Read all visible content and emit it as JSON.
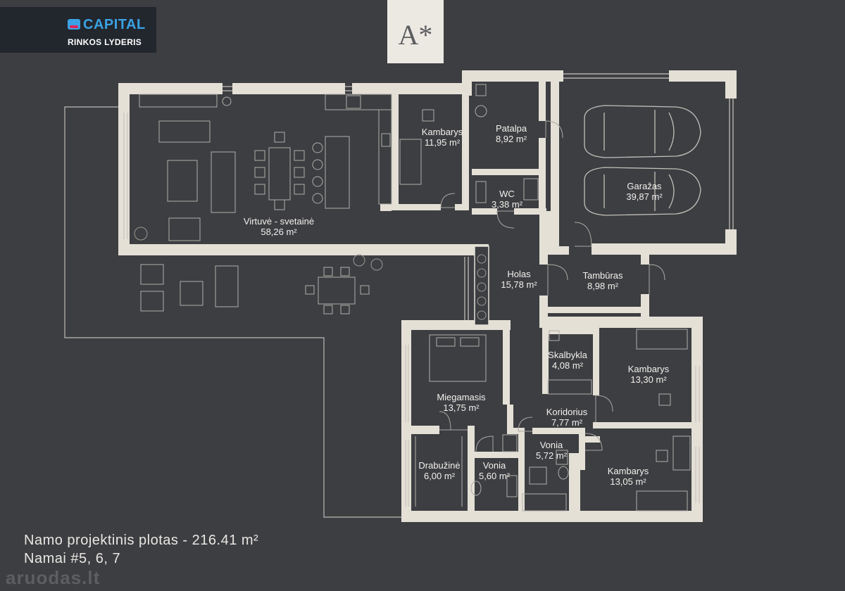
{
  "logo": {
    "brand": "CAPITAL",
    "tagline": "RINKOS LYDERIS"
  },
  "brand_mark": "A*",
  "rooms": [
    {
      "id": "kambarys-1",
      "name": "Kambarys",
      "area": "11,95 m²"
    },
    {
      "id": "patalpa",
      "name": "Patalpa",
      "area": "8,92 m²"
    },
    {
      "id": "garazas",
      "name": "Garažas",
      "area": "39,87 m²"
    },
    {
      "id": "wc",
      "name": "WC",
      "area": "3,38 m²"
    },
    {
      "id": "virtuve-svetaine",
      "name": "Virtuvė - svetainė",
      "area": "58,26 m²"
    },
    {
      "id": "holas",
      "name": "Holas",
      "area": "15,78 m²"
    },
    {
      "id": "tamburas",
      "name": "Tambūras",
      "area": "8,98 m²"
    },
    {
      "id": "skalbykla",
      "name": "Skalbykla",
      "area": "4,08 m²"
    },
    {
      "id": "kambarys-2",
      "name": "Kambarys",
      "area": "13,30 m²"
    },
    {
      "id": "miegamasis",
      "name": "Miegamasis",
      "area": "13,75 m²"
    },
    {
      "id": "koridorius",
      "name": "Koridorius",
      "area": "7,77 m²"
    },
    {
      "id": "vonia-1",
      "name": "Vonia",
      "area": "5,72 m²"
    },
    {
      "id": "drabuzine",
      "name": "Drabužinė",
      "area": "6,00 m²"
    },
    {
      "id": "vonia-2",
      "name": "Vonia",
      "area": "5,60 m²"
    },
    {
      "id": "kambarys-3",
      "name": "Kambarys",
      "area": "13,05 m²"
    }
  ],
  "footer": {
    "total_area": "Namo projektinis plotas - 216.41 m²",
    "houses": "Namai #5, 6, 7"
  },
  "watermark": "aruodas.lt",
  "colors": {
    "background": "#3d3e42",
    "wall": "#e4e0d6",
    "line": "#c9c6bf",
    "logo_blue": "#3aa2e4",
    "logo_pink": "#e0245e"
  }
}
